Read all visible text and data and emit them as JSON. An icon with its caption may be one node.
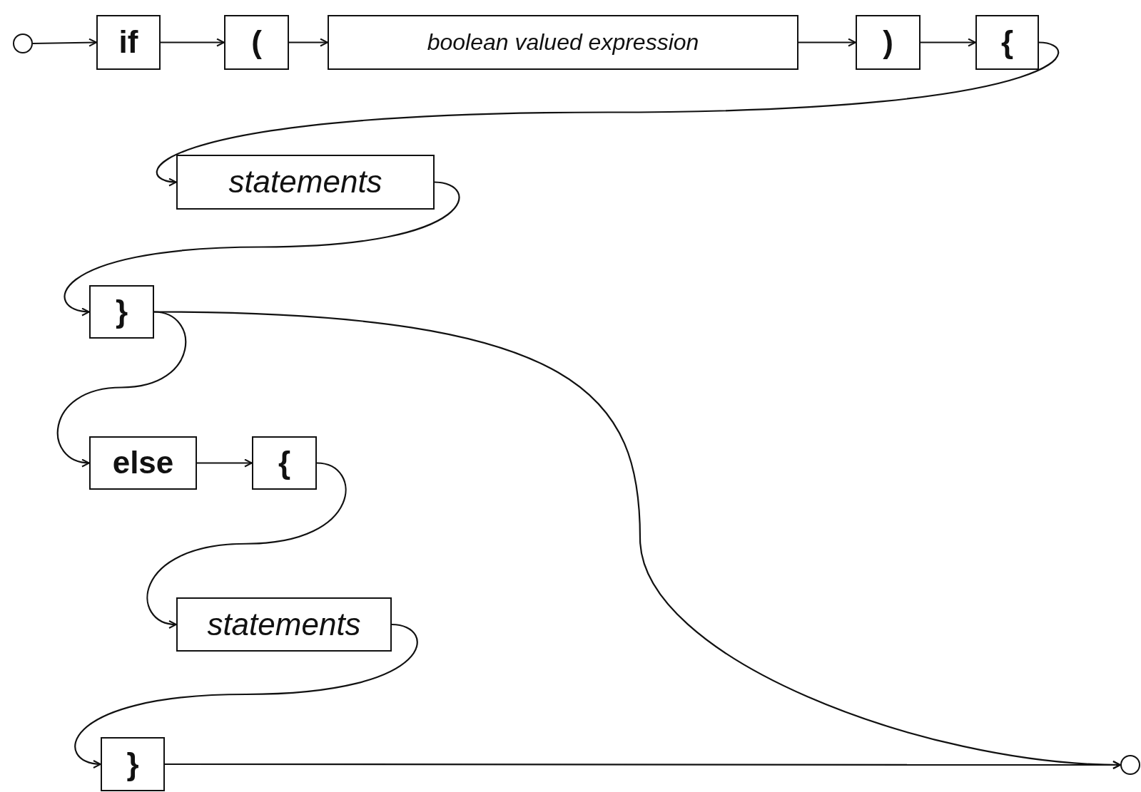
{
  "diagram": {
    "nodes": [
      {
        "text": [],
        "shape": "circle"
      },
      {
        "text": [
          "if"
        ]
      },
      {
        "text": [
          "("
        ]
      },
      {
        "text": [
          "boolean valued expression"
        ]
      },
      {
        "text": [
          ")"
        ]
      },
      {
        "text": [
          "{"
        ]
      },
      {
        "text": [
          "statements"
        ]
      },
      {
        "text": [
          "}"
        ]
      },
      {
        "text": [
          "else"
        ]
      },
      {
        "text": [
          "{"
        ]
      },
      {
        "text": [
          "statements"
        ]
      },
      {
        "text": [
          "}"
        ]
      },
      {
        "text": [],
        "shape": "circle"
      }
    ],
    "edges": [
      {
        "from": 0,
        "to": 1,
        "arrow": "to"
      },
      {
        "from": 1,
        "to": 2,
        "arrow": "to"
      },
      {
        "from": 2,
        "to": 3,
        "arrow": "to"
      },
      {
        "from": 3,
        "to": 4,
        "arrow": "to"
      },
      {
        "from": 4,
        "to": 5,
        "arrow": "to"
      },
      {
        "from": 5,
        "to": 6,
        "arrow": "to"
      },
      {
        "from": 6,
        "to": 7,
        "arrow": "to"
      },
      {
        "from": 7,
        "to": 8,
        "arrow": "to"
      },
      {
        "from": 7,
        "to": 12,
        "arrow": "to"
      },
      {
        "from": 8,
        "to": 9,
        "arrow": "to"
      },
      {
        "from": 9,
        "to": 10,
        "arrow": "to"
      },
      {
        "from": 10,
        "to": 11,
        "arrow": "to"
      },
      {
        "from": 11,
        "to": 12,
        "arrow": "to"
      }
    ]
  }
}
